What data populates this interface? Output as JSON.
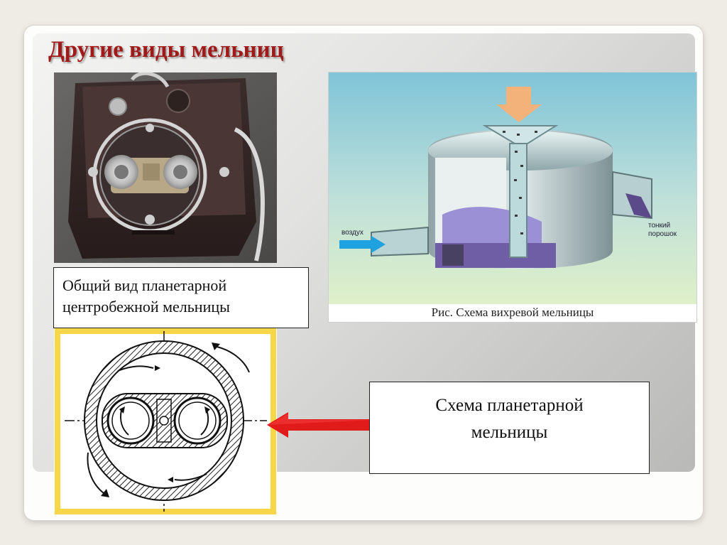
{
  "slide": {
    "title": "Другие виды мельниц"
  },
  "photo": {
    "caption": "Общий вид планетарной центробежной мельницы"
  },
  "vortex_diagram": {
    "label_air": "воздух",
    "label_powder_line1": "тонкий",
    "label_powder_line2": "порошок",
    "caption": "Рис. Схема вихревой мельницы"
  },
  "planetary_scheme": {
    "caption_line1": "Схема планетарной",
    "caption_line2": "мельницы"
  },
  "colors": {
    "title": "#a11a1a",
    "arrow": "#e11a1a",
    "scheme_frame": "#f8d64a"
  }
}
